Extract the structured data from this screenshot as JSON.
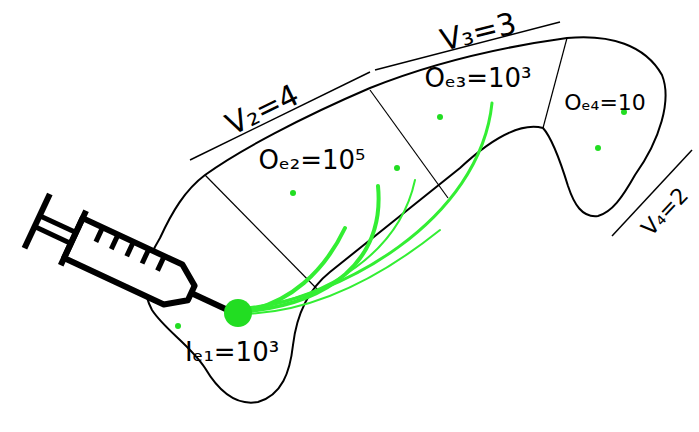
{
  "diagram": {
    "labels": [
      "V₂=4",
      "V₃=3",
      "V₄=2",
      "Oₑ₂=10⁵",
      "Oₑ₃=10³",
      "Oₑ₄=10",
      "Iₑ₁=10³"
    ]
  }
}
